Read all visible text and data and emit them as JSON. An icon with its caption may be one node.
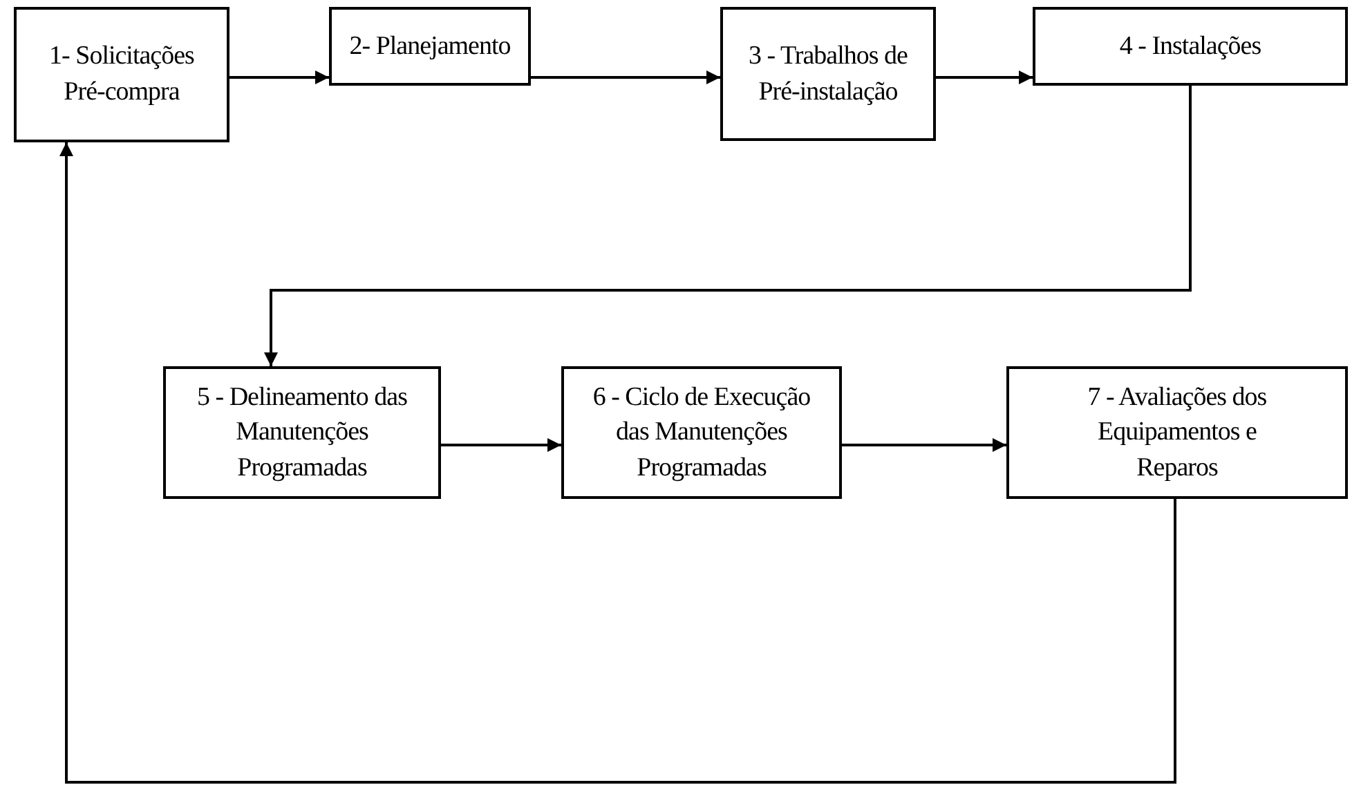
{
  "diagram": {
    "nodes": [
      {
        "text": [
          "1- Solicitações Pré-compra"
        ]
      },
      {
        "text": [
          "2- Planejamento"
        ]
      },
      {
        "text": [
          "3 - Trabalhos de Pré-instalação"
        ]
      },
      {
        "text": [
          "4 - Instalações"
        ]
      },
      {
        "text": [
          "5 - Delineamento das Manutenções Programadas"
        ]
      },
      {
        "text": [
          "6 - Ciclo de Execução das Manutenções Programadas"
        ]
      },
      {
        "text": [
          "7 - Avaliações dos Equipamentos e Reparos"
        ]
      }
    ],
    "edges": [
      {
        "from": 0,
        "to": 1,
        "arrow": "to"
      },
      {
        "from": 1,
        "to": 2,
        "arrow": "to"
      },
      {
        "from": 2,
        "to": 3,
        "arrow": "to"
      },
      {
        "from": 3,
        "to": 4,
        "arrow": "to"
      },
      {
        "from": 4,
        "to": 5,
        "arrow": "to"
      },
      {
        "from": 5,
        "to": 6,
        "arrow": "to"
      },
      {
        "from": 6,
        "to": 0,
        "arrow": "to"
      }
    ]
  }
}
